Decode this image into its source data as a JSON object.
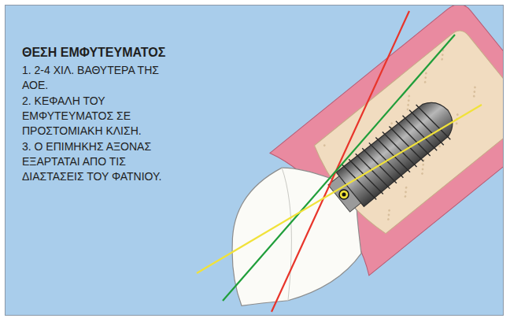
{
  "diagram": {
    "title": "ΘΕΣΗ ΕΜΦΥΤΕΥΜΑΤΟΣ",
    "labels": [
      "1. 2-4 ΧΙΛ. ΒΑΘΥΤΕΡΑ ΤΗΣ ΑΟΕ.",
      "2. ΚΕΦΑΛΗ ΤΟΥ ΕΜΦΥΤΕΥΜΑΤΟΣ ΣΕ ΠΡΟΣΤΟΜΙΑΚΗ ΚΛΙΣΗ.",
      "3. Ο ΕΠΙΜΗΚΗΣ ΑΞΟΝΑΣ ΕΞΑΡΤΑΤΑΙ ΑΠΟ ΤΙΣ ΔΙΑΣΤΑΣΕΙΣ ΤΟΥ ΦΑΤΝΙΟΥ."
    ]
  }
}
